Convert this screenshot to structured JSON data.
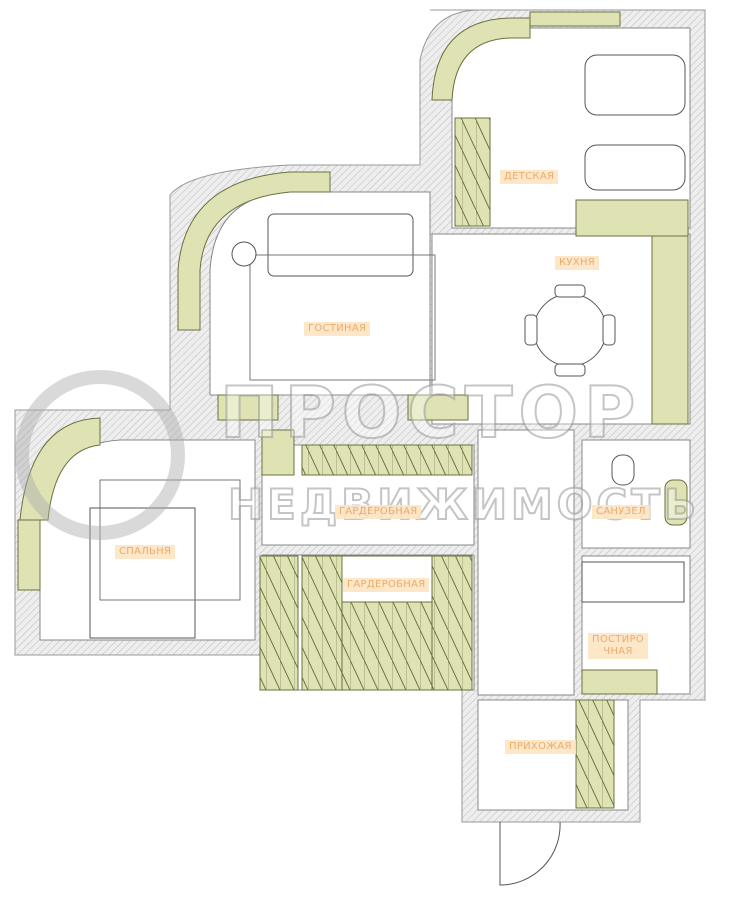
{
  "rooms": {
    "kids": "ДЕТСКАЯ",
    "kitchen": "КУХНЯ",
    "living": "ГОСТИНАЯ",
    "bedroom": "СПАЛЬНЯ",
    "corridor": "ГАРДЕРОБНАЯ",
    "wardrobe": "ГАРДЕРОБНАЯ",
    "bathroom": "САНУЗЕЛ",
    "laundry": "ПОСТИРО\nЧНАЯ",
    "entrance": "ПРИХОЖАЯ"
  },
  "watermark": {
    "line1": "ПРОСТОР",
    "line2": "НЕДВИЖИМОСТЬ"
  },
  "colors": {
    "wall": "#e6e6e6",
    "furniture": "#dfe3b4",
    "furniture_stroke": "#6d7040",
    "label_bg": "#fde5c4",
    "label_text": "#eaa35e"
  }
}
